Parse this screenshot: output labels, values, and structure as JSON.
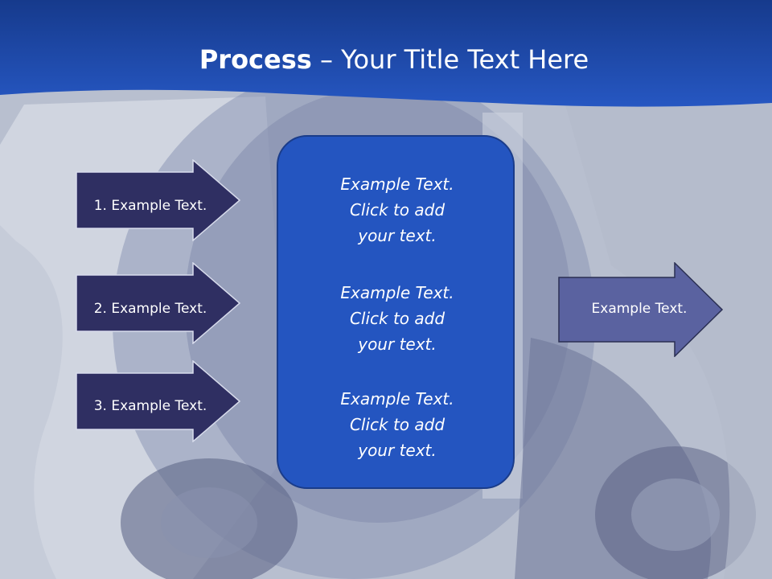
{
  "title": {
    "bold": "Process",
    "rest": " – Your Title Text Here"
  },
  "inputs": [
    {
      "label": "1. Example Text."
    },
    {
      "label": "2. Example Text."
    },
    {
      "label": "3. Example Text."
    }
  ],
  "center_blocks": [
    {
      "lines": [
        "Example Text.",
        "Click  to add",
        "your text."
      ]
    },
    {
      "lines": [
        "Example Text.",
        "Click  to add",
        "your text."
      ]
    },
    {
      "lines": [
        "Example Text.",
        "Click  to add",
        "your text."
      ]
    }
  ],
  "output": {
    "label": "Example Text."
  },
  "colors": {
    "header": "#1e4aa8",
    "input_arrow": "#2f2f62",
    "center_box": "#2455c0",
    "output_arrow": "#5a62a0"
  }
}
